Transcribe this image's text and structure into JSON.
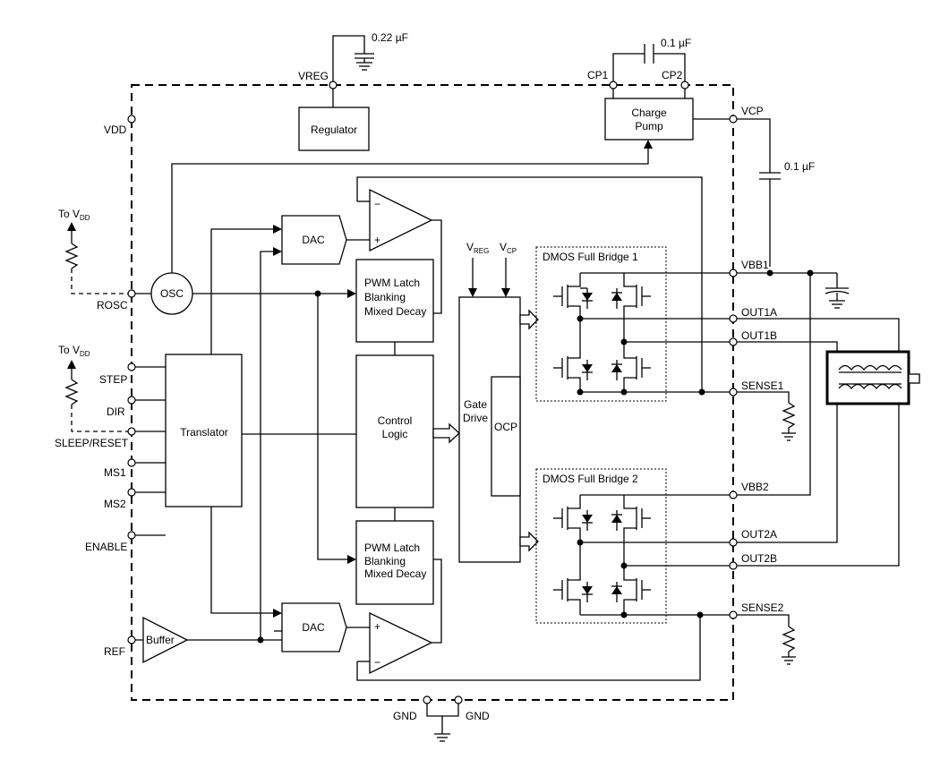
{
  "pins_left": {
    "vdd": "VDD",
    "rosc": "ROSC",
    "step": "STEP",
    "dir": "DIR",
    "sleep_reset": "SLEEP/RESET",
    "ms1": "MS1",
    "ms2": "MS2",
    "enable": "ENABLE",
    "ref": "REF"
  },
  "pins_top": {
    "vreg": "VREG",
    "cp1": "CP1",
    "cp2": "CP2"
  },
  "pins_right": {
    "vcp": "VCP",
    "vbb1": "VBB1",
    "out1a": "OUT1A",
    "out1b": "OUT1B",
    "sense1": "SENSE1",
    "vbb2": "VBB2",
    "out2a": "OUT2A",
    "out2b": "OUT2B",
    "sense2": "SENSE2"
  },
  "pins_bottom": {
    "gnd1": "GND",
    "gnd2": "GND"
  },
  "capacitors": {
    "vreg_cap": "0.22 µF",
    "cp_cap": "0.1 µF",
    "vcp_cap": "0.1 µF"
  },
  "pullups": {
    "rosc_to": "To V",
    "rosc_sub": "DD",
    "sleep_to": "To V",
    "sleep_sub": "DD"
  },
  "blocks": {
    "regulator": "Regulator",
    "charge_pump_1": "Charge",
    "charge_pump_2": "Pump",
    "osc": "OSC",
    "dac_top": "DAC",
    "dac_bottom": "DAC",
    "pwm_top_1": "PWM Latch",
    "pwm_top_2": "Blanking",
    "pwm_top_3": "Mixed Decay",
    "pwm_bot_1": "PWM Latch",
    "pwm_bot_2": "Blanking",
    "pwm_bot_3": "Mixed Decay",
    "control_1": "Control",
    "control_2": "Logic",
    "translator": "Translator",
    "buffer": "Buffer",
    "gate_drive_1": "Gate",
    "gate_drive_2": "Drive",
    "ocp": "OCP",
    "bridge1": "DMOS Full Bridge 1",
    "bridge2": "DMOS Full Bridge 2"
  },
  "gate_supplies": {
    "vreg_main": "V",
    "vreg_sub": "REG",
    "vcp_main": "V",
    "vcp_sub": "CP"
  },
  "comparators": {
    "minus": "−",
    "plus": "+"
  }
}
